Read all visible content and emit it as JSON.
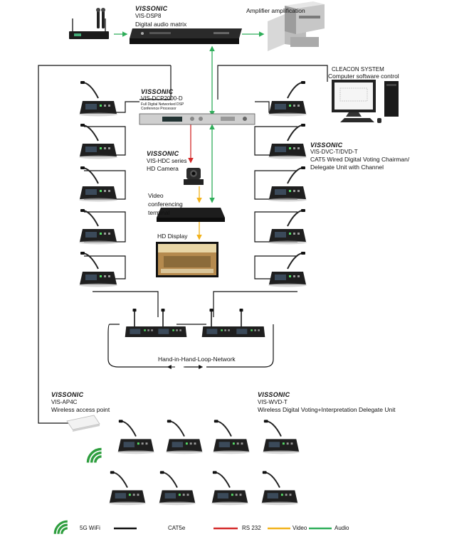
{
  "wireless_mic": {},
  "dsp8": {
    "brand": "VISSONIC",
    "model": "VIS-DSP8",
    "name": "Digital audio matrix"
  },
  "amplifier": {
    "name": "Amplifier amplification"
  },
  "processor": {
    "brand": "VISSONIC",
    "model": "VIS-DCP2000-D",
    "line1": "Full Digital Networked DSP",
    "line2": "Conference Processor"
  },
  "software": {
    "title": "CLEACON SYSTEM",
    "name": "Computer software control"
  },
  "camera": {
    "brand": "VISSONIC",
    "model": "VIS-HDC series",
    "name": "HD Camera"
  },
  "video_terminal": {
    "name": "Video conferencing terminal"
  },
  "display": {
    "name": "HD Display"
  },
  "delegate_unit": {
    "brand": "VISSONIC",
    "model": "VIS-DVC-T/DVD-T",
    "line1": "CAT5 Wired Digital Voting Chairman/",
    "line2": "Delegate Unit with Channel"
  },
  "loop": {
    "name": "Hand-in-Hand-Loop-Network"
  },
  "access_point": {
    "brand": "VISSONIC",
    "model": "VIS-AP4C",
    "name": "Wireless access point"
  },
  "wireless_unit": {
    "brand": "VISSONIC",
    "model": "VIS-WVD-T",
    "name": "Wireless Digital Voting+Interpretation Delegate Unit"
  },
  "legend": [
    {
      "label": "5G WiFi",
      "color": "#2e9e3e",
      "kind": "wifi"
    },
    {
      "label": "CAT5e",
      "color": "#111111",
      "kind": "line"
    },
    {
      "label": "RS 232",
      "color": "#d42a2a",
      "kind": "line"
    },
    {
      "label": "Video",
      "color": "#f2b21b",
      "kind": "line"
    },
    {
      "label": "Audio",
      "color": "#2fae5a",
      "kind": "line"
    }
  ]
}
